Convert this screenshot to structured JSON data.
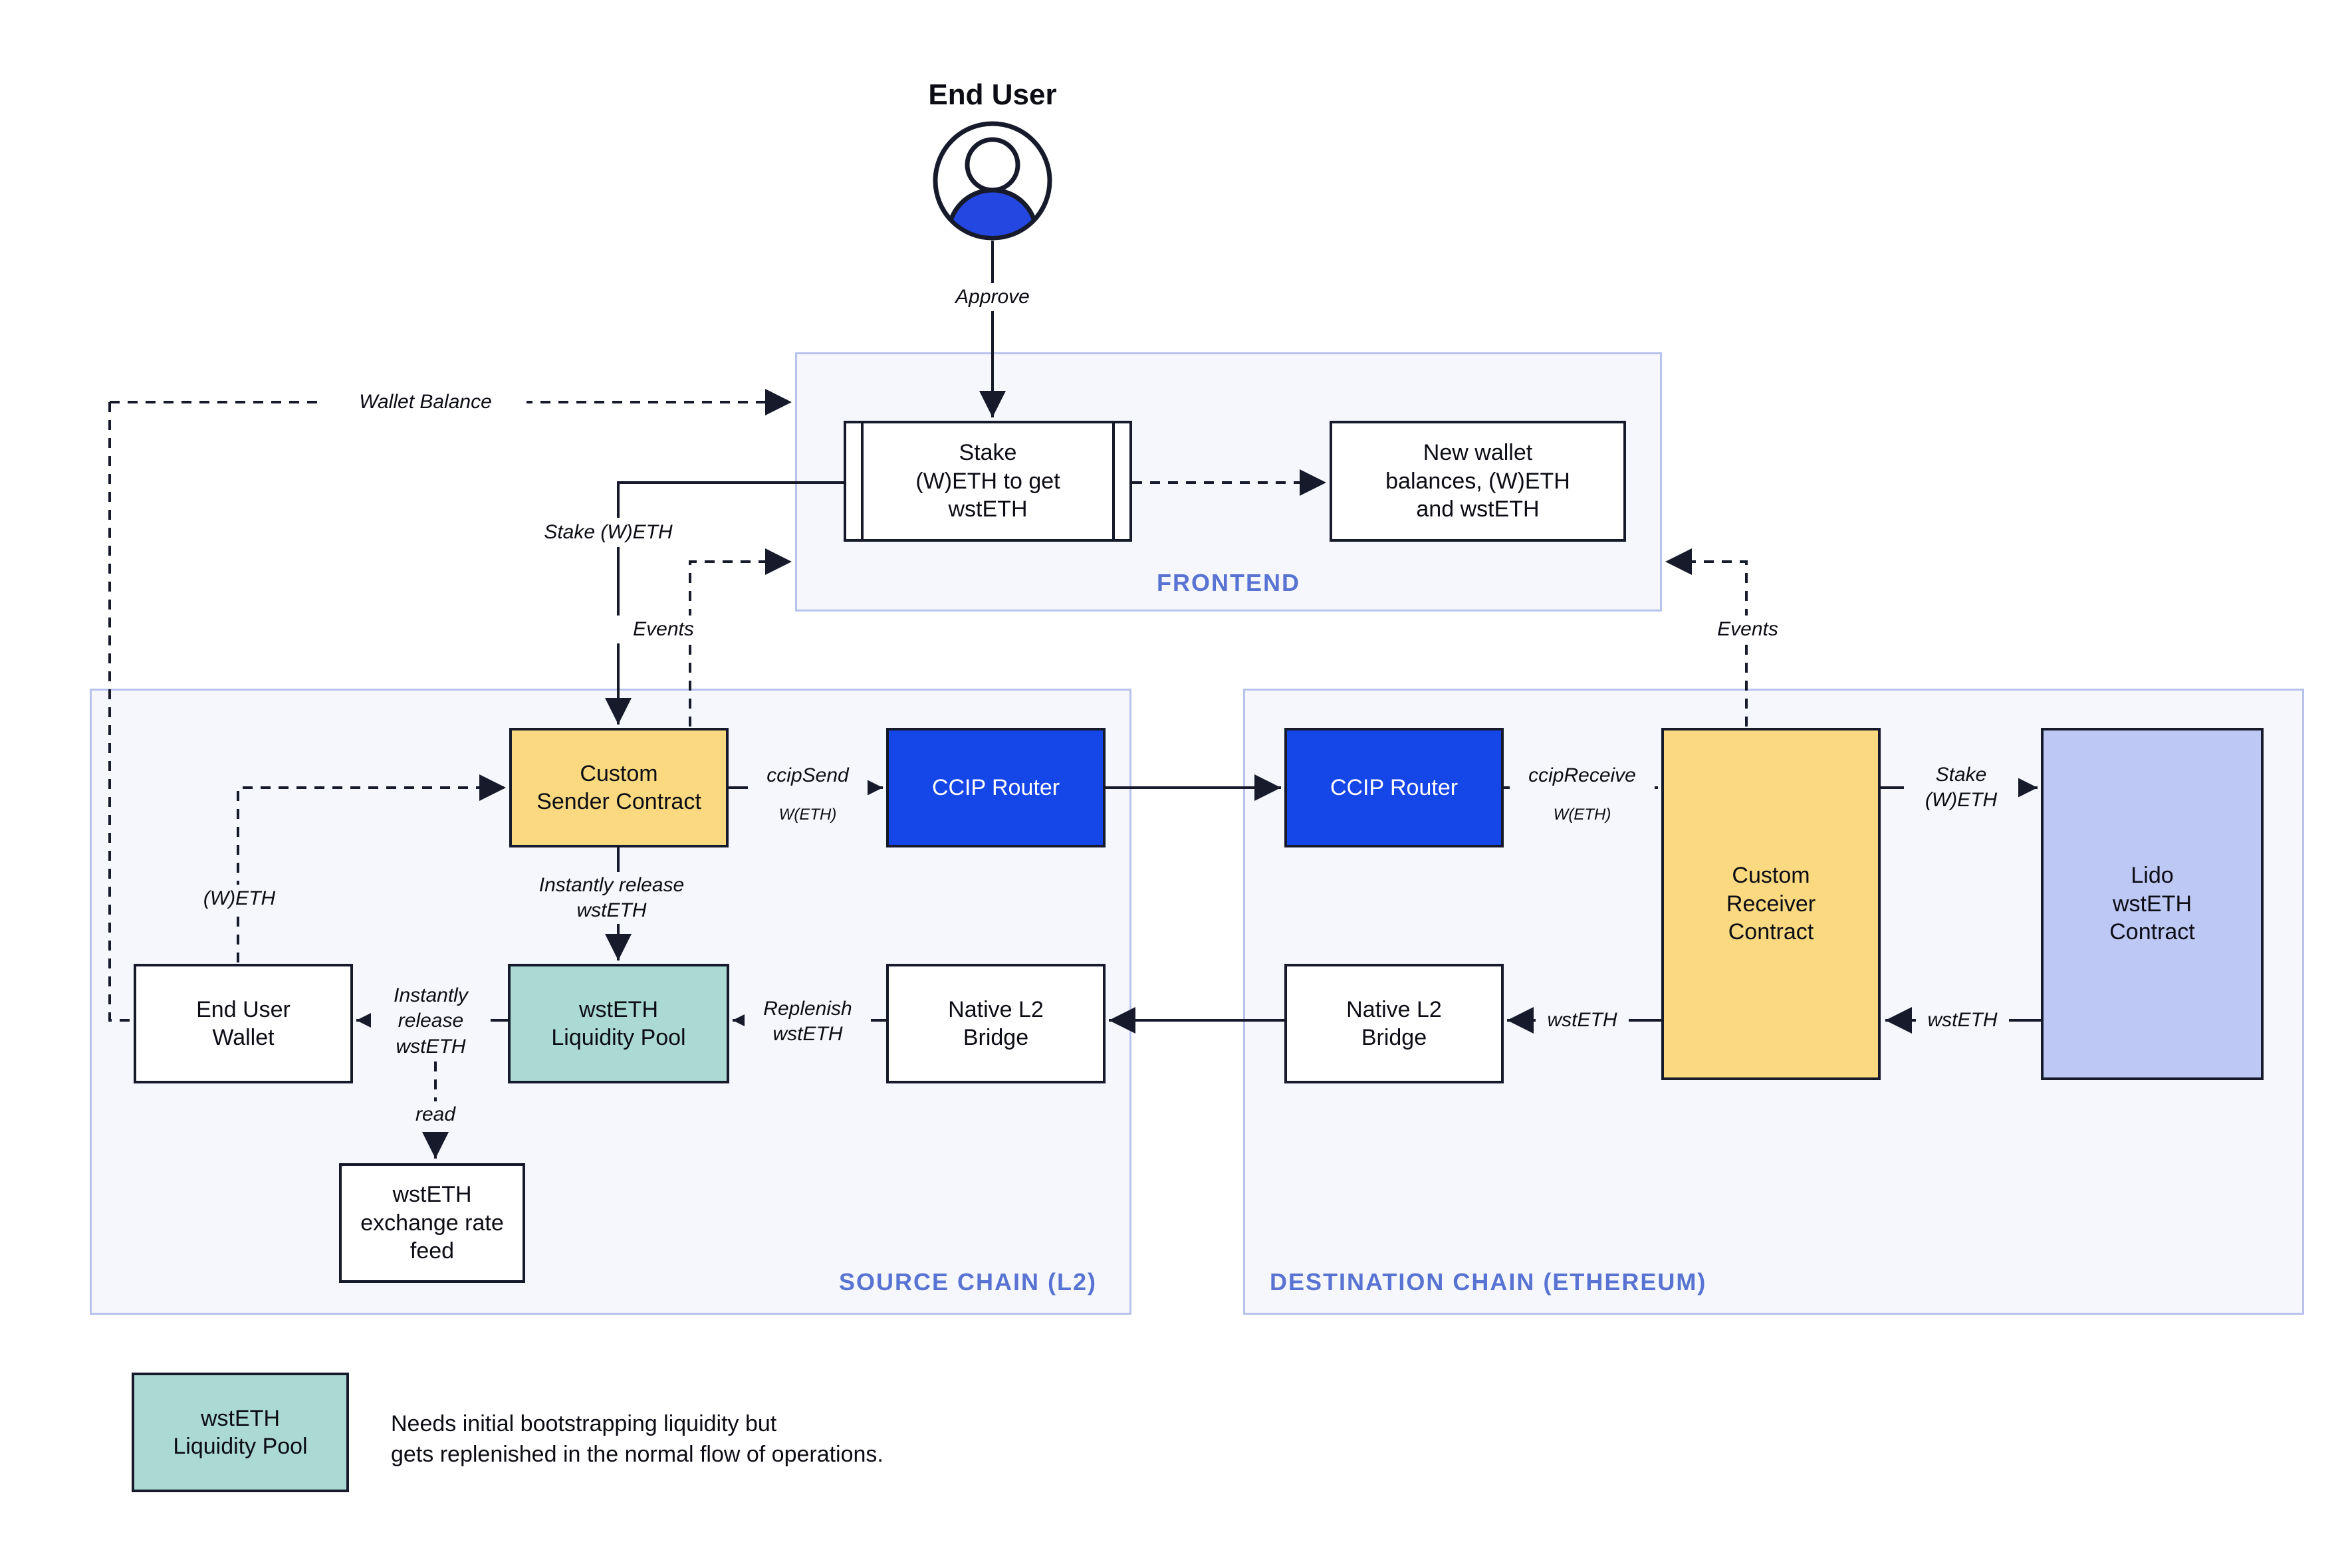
{
  "actor": {
    "name": "End User"
  },
  "containers": {
    "frontend": {
      "label": "FRONTEND"
    },
    "source": {
      "label": "SOURCE CHAIN (L2)"
    },
    "destination": {
      "label": "DESTINATION CHAIN (ETHEREUM)"
    }
  },
  "nodes": {
    "stake_box": {
      "label": "Stake\n(W)ETH to get\nwstETH"
    },
    "new_wallet": {
      "label": "New wallet\nbalances, (W)ETH\nand wstETH"
    },
    "custom_sender": {
      "label": "Custom\nSender Contract"
    },
    "ccip_router_src": {
      "label": "CCIP Router"
    },
    "ccip_router_dst": {
      "label": "CCIP Router"
    },
    "custom_receiver": {
      "label": "Custom\nReceiver\nContract"
    },
    "lido": {
      "label": "Lido\nwstETH\nContract"
    },
    "end_user_wallet": {
      "label": "End User\nWallet"
    },
    "liquidity_pool": {
      "label": "wstETH\nLiquidity Pool"
    },
    "native_l2_bridge_src": {
      "label": "Native L2\nBridge"
    },
    "native_l2_bridge_dst": {
      "label": "Native L2\nBridge"
    },
    "exchange_rate_feed": {
      "label": "wstETH\nexchange rate\nfeed"
    }
  },
  "edge_labels": {
    "approve": "Approve",
    "wallet_balance": "Wallet Balance",
    "stake_weth_left": "Stake (W)ETH",
    "events_left": "Events",
    "events_right": "Events",
    "ccip_send": "ccipSend",
    "ccip_send_sub": "W(ETH)",
    "ccip_receive": "ccipReceive",
    "ccip_receive_sub": "W(ETH)",
    "stake_weth_right": "Stake\n(W)ETH",
    "wsteth_to_receiver": "wstETH",
    "wsteth_to_bridge": "wstETH",
    "replenish": "Replenish\nwstETH",
    "instantly_release_vertical": "Instantly release\nwstETH",
    "instantly_release_horizontal": "Instantly\nrelease\nwstETH",
    "weth": "(W)ETH",
    "read": "read"
  },
  "legend": {
    "swatch_label": "wstETH\nLiquidity Pool",
    "description": "Needs initial bootstrapping liquidity but\ngets replenished in the normal flow of operations."
  },
  "colors": {
    "ink": "#0b0c14",
    "line": "#161a2b",
    "panel_bg": "#f5f7fd",
    "panel_border": "#b7c3ed",
    "panel_label": "#5873d2",
    "yellow": "#fad980",
    "blue": "#1546e8",
    "teal": "#abd9d3",
    "lavender": "#bdc9f4",
    "user_blue": "#2347e0"
  }
}
